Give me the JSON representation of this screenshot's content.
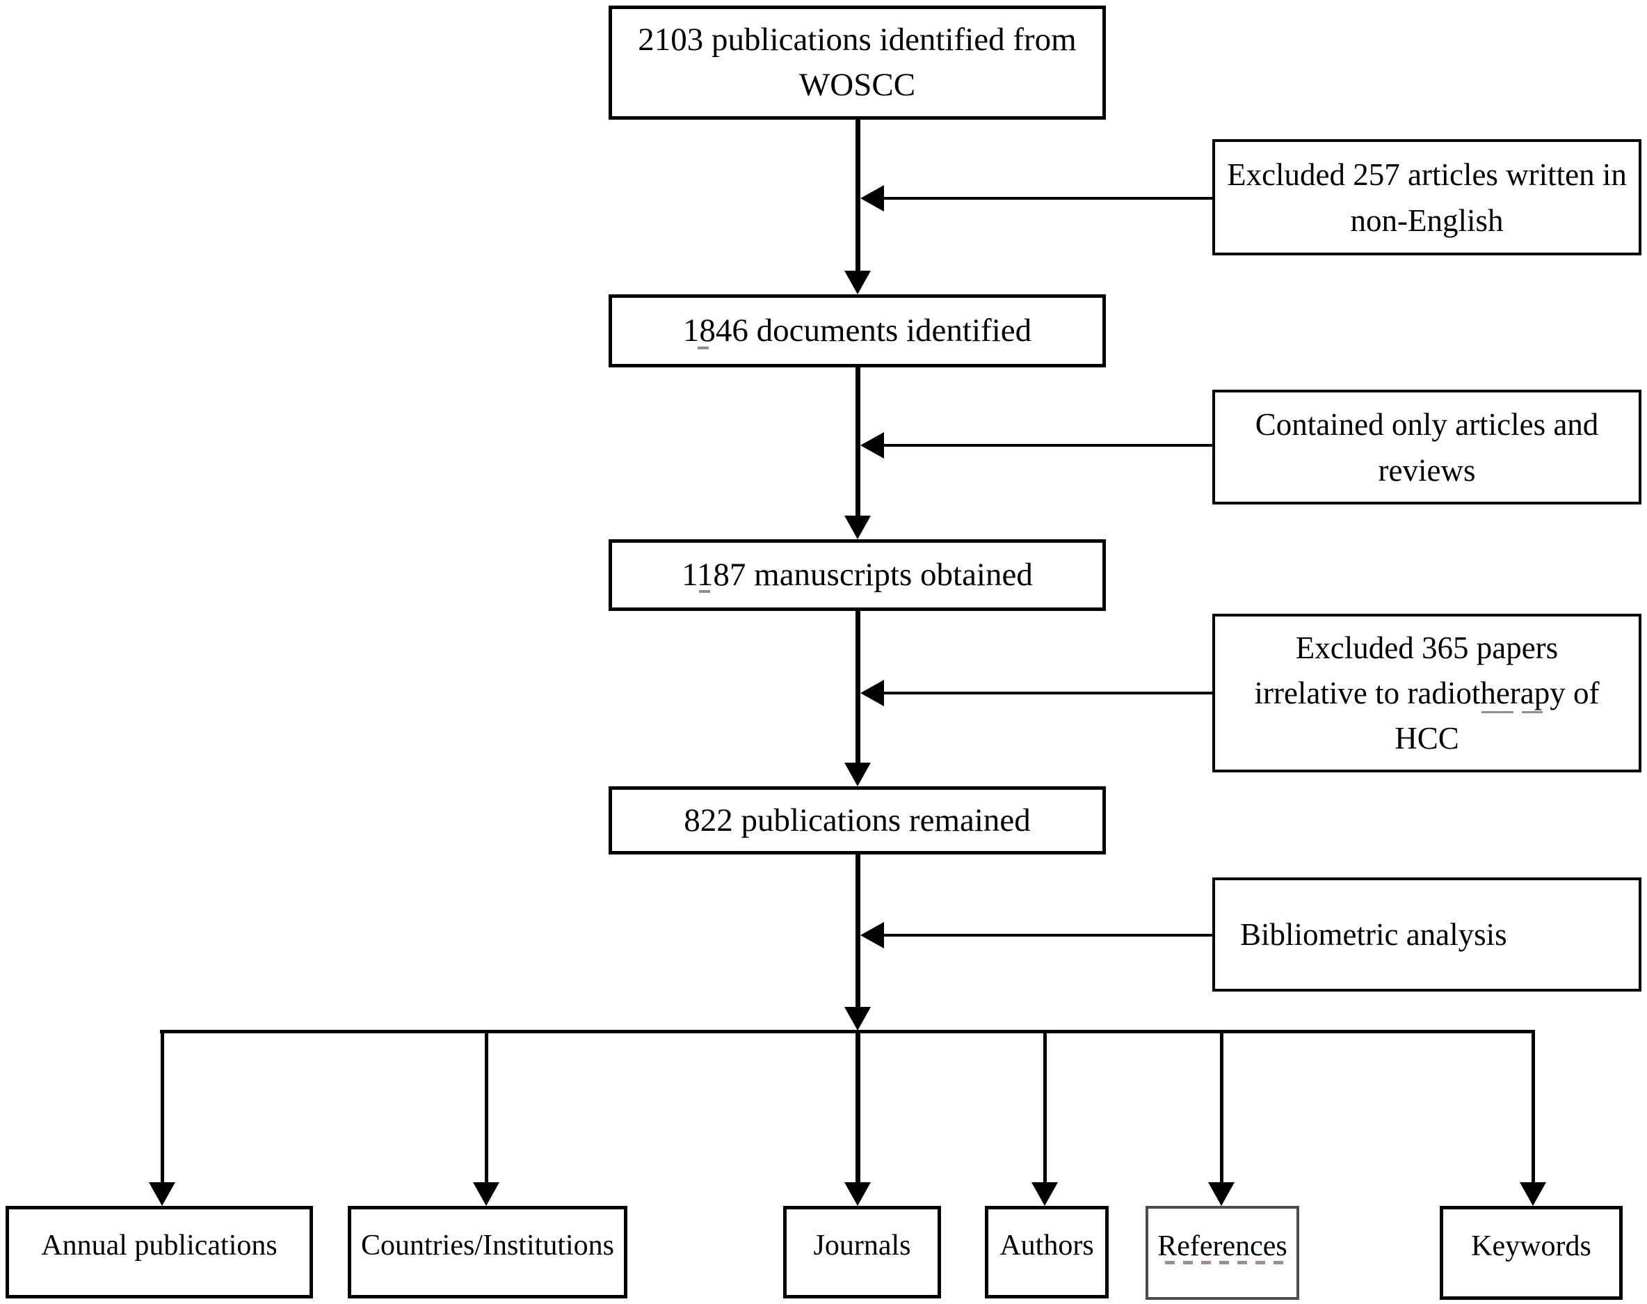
{
  "figure": {
    "type": "flowchart",
    "flow": {
      "step1": {
        "line1": "2103 publications identified from",
        "line2": "WOSCC"
      },
      "step2": {
        "line1": "1846 documents identified"
      },
      "step3": {
        "line1": "1187 manuscripts obtained"
      },
      "step4": {
        "line1": "822 publications remained"
      }
    },
    "side_notes": {
      "note1": {
        "line1": "Excluded 257 articles written in",
        "line2": "non-English"
      },
      "note2": {
        "line1": "Contained only articles and",
        "line2": "reviews"
      },
      "note3": {
        "line1": "Excluded 365 papers",
        "line2": "irrelative to radiotherapy of",
        "line3": "HCC"
      },
      "note4": {
        "line1": "Bibliometric analysis"
      }
    },
    "outputs": {
      "annual": "Annual publications",
      "countries": "Countries/Institutions",
      "journals": "Journals",
      "authors": "Authors",
      "references": "References",
      "keywords": "Keywords"
    },
    "colors": {
      "ink": "#000000",
      "background": "#ffffff",
      "artifact_dash": "#a08c8c"
    }
  }
}
